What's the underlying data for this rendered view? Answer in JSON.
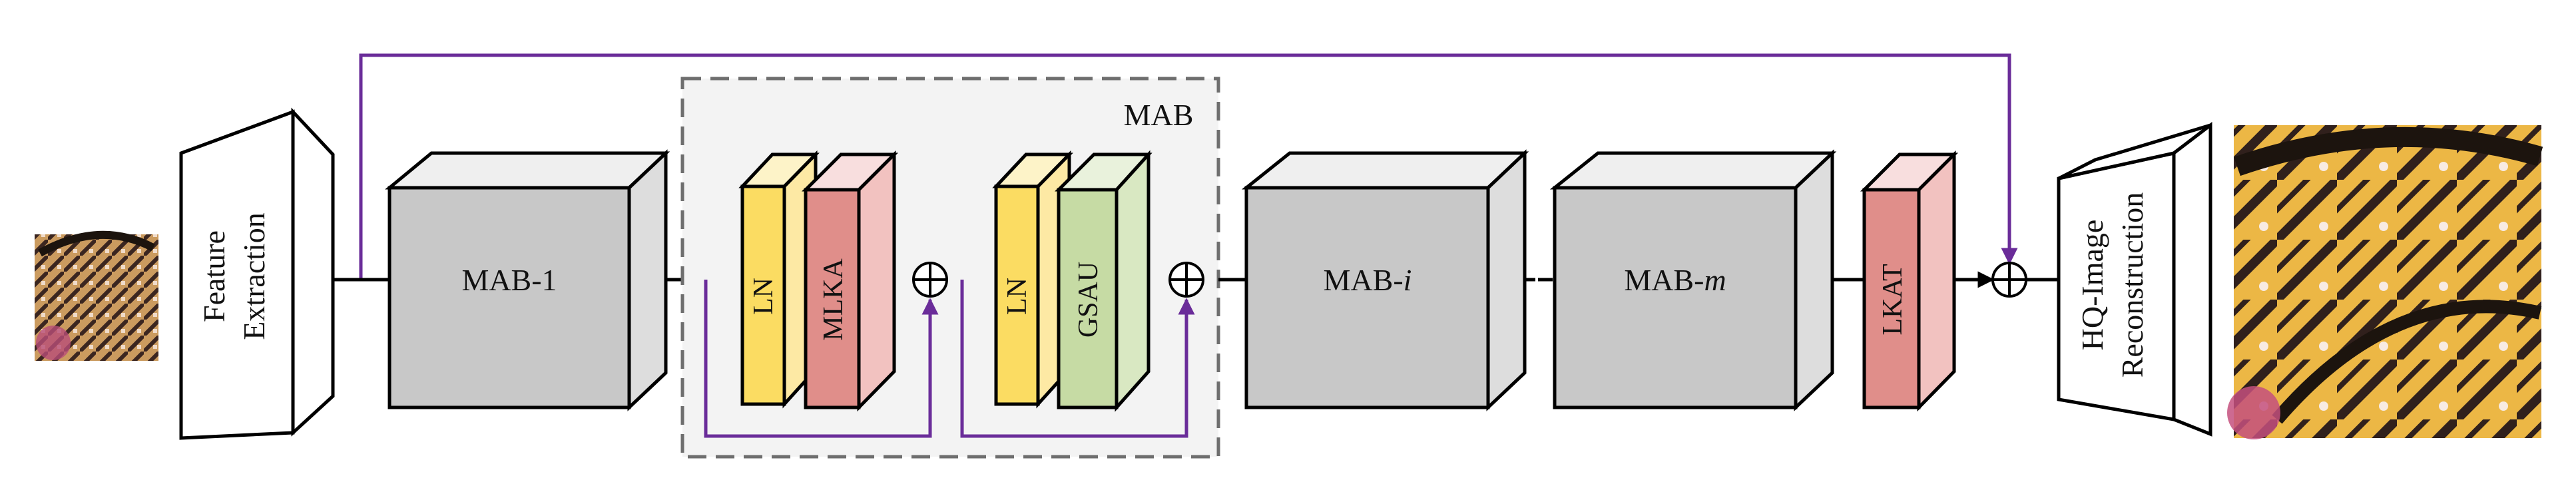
{
  "colors": {
    "block_front": "#c8c8c8",
    "block_top": "#efefef",
    "block_side": "#dddddd",
    "ln_front": "#fbdc62",
    "ln_top": "#fdf3c8",
    "ln_side": "#fde9a4",
    "mlka_front": "#e08e8a",
    "mlka_top": "#f8dede",
    "mlka_side": "#f2c2c0",
    "gsau_front": "#c6dba4",
    "gsau_top": "#e9f2dc",
    "gsau_side": "#d9e8c2",
    "skip_arrow": "#6a2c99",
    "mab_panel": "#f3f3f3"
  },
  "labels": {
    "feature_extraction_line1": "Feature",
    "feature_extraction_line2": "Extraction",
    "mab_1": "MAB-1",
    "mab_group": "MAB",
    "ln_1": "LN",
    "mlka": "MLKA",
    "ln_2": "LN",
    "gsau": "GSAU",
    "mab_i_prefix": "MAB-",
    "mab_i_suffix": "i",
    "mab_m_prefix": "MAB-",
    "mab_m_suffix": "m",
    "lkat": "LKAT",
    "reconstruction_line1": "HQ-Image",
    "reconstruction_line2": "Reconstruction"
  },
  "icons": {
    "input_image": "butterfly-lowres-image",
    "output_image": "butterfly-highres-image",
    "add_operator": "circled-plus-icon"
  }
}
